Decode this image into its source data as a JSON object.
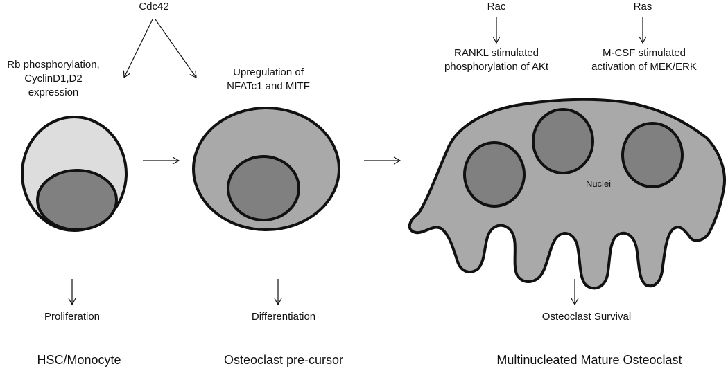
{
  "signals": {
    "cdc42": "Cdc42",
    "rac": "Rac",
    "ras": "Ras"
  },
  "annotations": {
    "rb_line1": "Rb phosphorylation,",
    "rb_line2": "CyclinD1,D2",
    "rb_line3": "expression",
    "nfatc1_line1": "Upregulation of",
    "nfatc1_line2": "NFATc1 and MITF",
    "rankl_line1": "RANKL stimulated",
    "rankl_line2": "phosphorylation of AKt",
    "mcsf_line1": "M-CSF stimulated",
    "mcsf_line2": "activation of MEK/ERK",
    "nuclei": "Nuclei"
  },
  "outcomes": {
    "proliferation": "Proliferation",
    "differentiation": "Differentiation",
    "survival": "Osteoclast Survival"
  },
  "stages": {
    "hsc": "HSC/Monocyte",
    "precursor": "Osteoclast pre-cursor",
    "mature": "Multinucleated Mature Osteoclast"
  },
  "colors": {
    "stroke": "#111111",
    "hsc_cytoplasm": "#dddddd",
    "cell_body": "#a9a9a9",
    "nucleus": "#808080"
  }
}
